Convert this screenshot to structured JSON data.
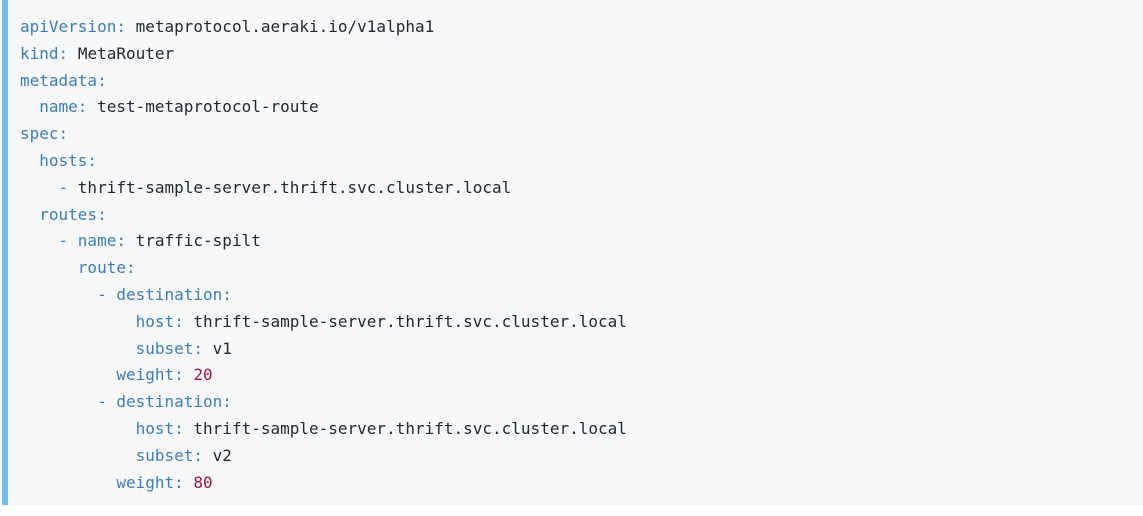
{
  "code_block": {
    "language": "yaml",
    "accent_border_color": "#79bbf0",
    "background_color": "#f6f8fa",
    "key_color": "#3b7ebe",
    "value_color": "#24292e",
    "number_color": "#a31545",
    "lines": [
      {
        "indent": "",
        "dash": "",
        "key": "apiVersion:",
        "gap": " ",
        "value": "metaprotocol.aeraki.io/v1alpha1",
        "value_type": "string"
      },
      {
        "indent": "",
        "dash": "",
        "key": "kind:",
        "gap": " ",
        "value": "MetaRouter",
        "value_type": "string"
      },
      {
        "indent": "",
        "dash": "",
        "key": "metadata:",
        "gap": "",
        "value": "",
        "value_type": "none"
      },
      {
        "indent": "  ",
        "dash": "",
        "key": "name:",
        "gap": " ",
        "value": "test-metaprotocol-route",
        "value_type": "string"
      },
      {
        "indent": "",
        "dash": "",
        "key": "spec:",
        "gap": "",
        "value": "",
        "value_type": "none"
      },
      {
        "indent": "  ",
        "dash": "",
        "key": "hosts:",
        "gap": "",
        "value": "",
        "value_type": "none"
      },
      {
        "indent": "    ",
        "dash": "- ",
        "key": "",
        "gap": "",
        "value": "thrift-sample-server.thrift.svc.cluster.local",
        "value_type": "string"
      },
      {
        "indent": "  ",
        "dash": "",
        "key": "routes:",
        "gap": "",
        "value": "",
        "value_type": "none"
      },
      {
        "indent": "    ",
        "dash": "- ",
        "key": "name:",
        "gap": " ",
        "value": "traffic-spilt",
        "value_type": "string"
      },
      {
        "indent": "      ",
        "dash": "",
        "key": "route:",
        "gap": "",
        "value": "",
        "value_type": "none"
      },
      {
        "indent": "        ",
        "dash": "- ",
        "key": "destination:",
        "gap": "",
        "value": "",
        "value_type": "none"
      },
      {
        "indent": "            ",
        "dash": "",
        "key": "host:",
        "gap": " ",
        "value": "thrift-sample-server.thrift.svc.cluster.local",
        "value_type": "string"
      },
      {
        "indent": "            ",
        "dash": "",
        "key": "subset:",
        "gap": " ",
        "value": "v1",
        "value_type": "string"
      },
      {
        "indent": "          ",
        "dash": "",
        "key": "weight:",
        "gap": " ",
        "value": "20",
        "value_type": "number"
      },
      {
        "indent": "        ",
        "dash": "- ",
        "key": "destination:",
        "gap": "",
        "value": "",
        "value_type": "none"
      },
      {
        "indent": "            ",
        "dash": "",
        "key": "host:",
        "gap": " ",
        "value": "thrift-sample-server.thrift.svc.cluster.local",
        "value_type": "string"
      },
      {
        "indent": "            ",
        "dash": "",
        "key": "subset:",
        "gap": " ",
        "value": "v2",
        "value_type": "string"
      },
      {
        "indent": "          ",
        "dash": "",
        "key": "weight:",
        "gap": " ",
        "value": "80",
        "value_type": "number"
      }
    ]
  }
}
